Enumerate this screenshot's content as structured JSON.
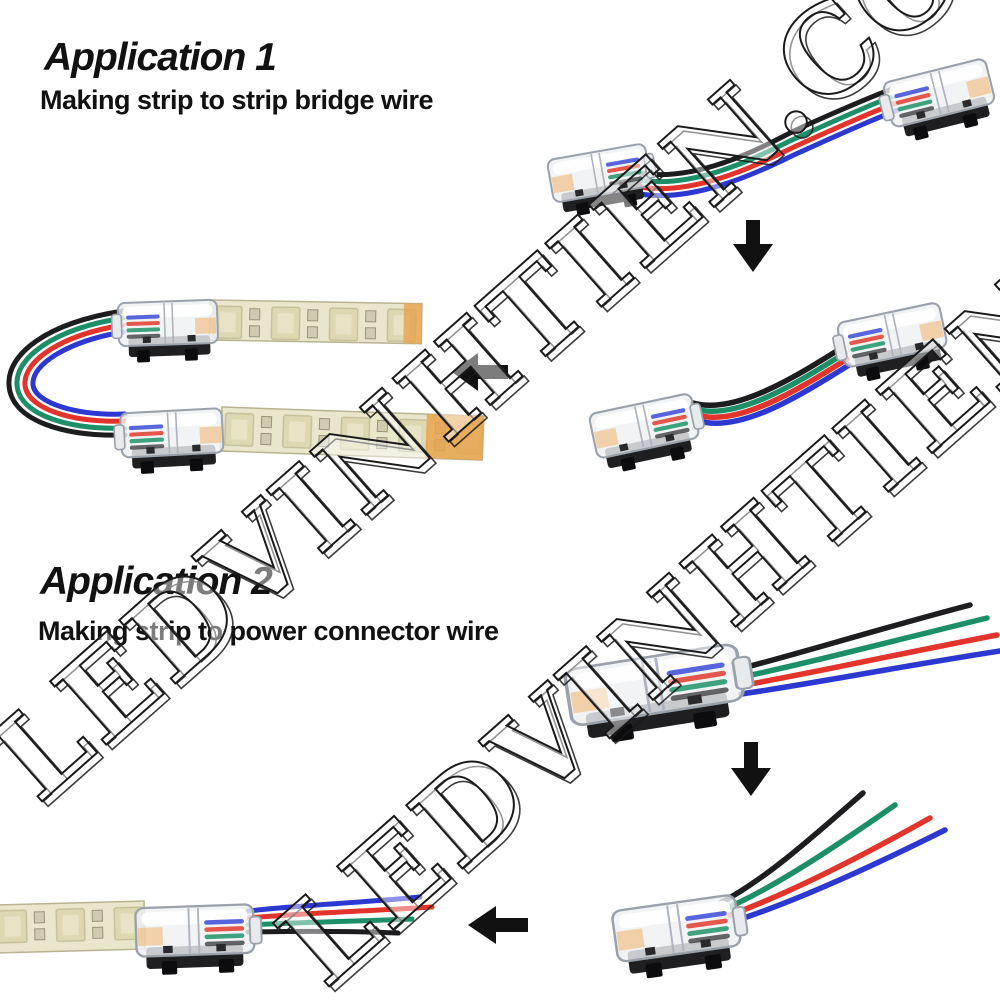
{
  "watermark": {
    "text": "LEDVINHTIEN.COM"
  },
  "sections": {
    "app1": {
      "title": "Application 1",
      "subtitle": "Making strip to strip bridge wire"
    },
    "app2": {
      "title": "Application 2",
      "subtitle": "Making strip to power connector wire"
    }
  },
  "wire_colors": {
    "black": "#1d1d20",
    "green": "#1c8f68",
    "red": "#e2342a",
    "blue": "#2c38d0"
  },
  "colors": {
    "arrow": "#111111",
    "title_text": "#111111",
    "strip_base": "#eae6cb",
    "connector_clear": "#eef0f3",
    "connector_base": "#1f1f22"
  }
}
